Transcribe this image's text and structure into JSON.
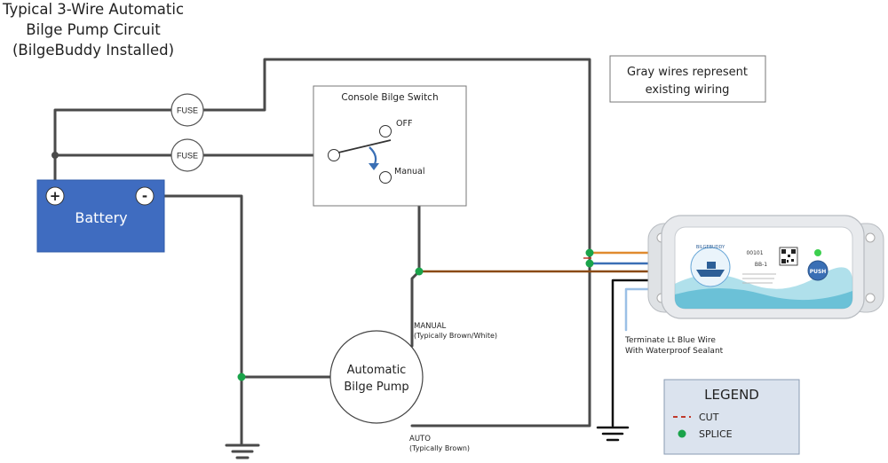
{
  "title": {
    "line1": "Typical 3-Wire Automatic",
    "line2": "Bilge Pump Circuit",
    "line3": "(BilgeBuddy Installed)"
  },
  "note": {
    "line1": "Gray wires represent",
    "line2": "existing wiring"
  },
  "fuse_top": "FUSE",
  "fuse_bottom": "FUSE",
  "battery": {
    "label": "Battery",
    "plus": "+",
    "minus": "-"
  },
  "switch": {
    "title": "Console Bilge Switch",
    "off": "OFF",
    "manual": "Manual"
  },
  "pump": {
    "line1": "Automatic",
    "line2": "Bilge Pump"
  },
  "manual_wire": {
    "line1": "MANUAL",
    "line2": "(Typically Brown/White)"
  },
  "auto_wire": {
    "line1": "AUTO",
    "line2": "(Typically Brown)"
  },
  "terminate": {
    "line1": "Terminate Lt Blue Wire",
    "line2": "With Waterproof Sealant"
  },
  "device": {
    "brand": "BILGEBUDDY",
    "serial": "00101",
    "model": "BB-1",
    "push": "PUSH"
  },
  "legend": {
    "title": "LEGEND",
    "cut": "CUT",
    "splice": "SPLICE"
  },
  "colors": {
    "gray_wire": "#4a4a4a",
    "battery_fill": "#3f6cc0",
    "orange_wire": "#e08a2e",
    "brown_wire": "#8a4a12",
    "blue_wire": "#3a6fb5",
    "light_blue_wire": "#9bc0e6",
    "black_wire": "#111111",
    "splice": "#1aa34a",
    "cut": "#c0392b",
    "legend_bg": "#dbe3ee"
  }
}
